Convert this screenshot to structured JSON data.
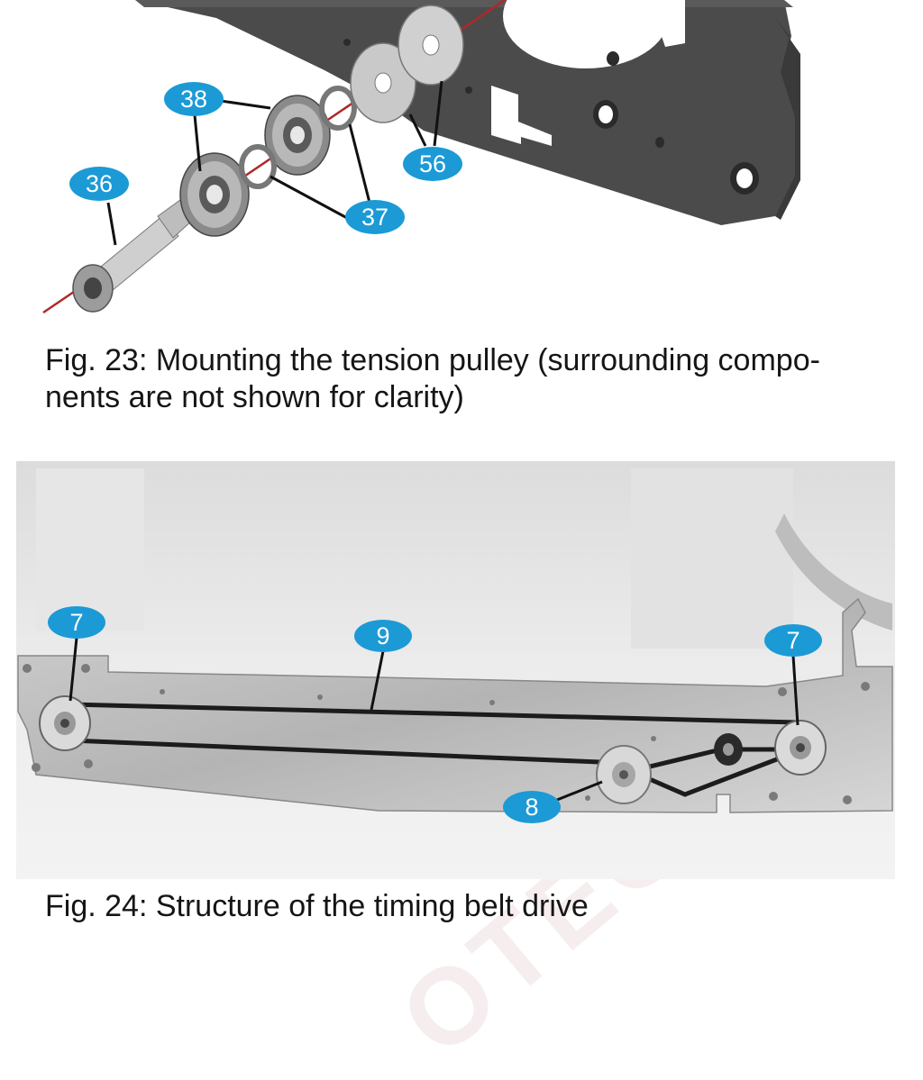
{
  "figure23": {
    "caption_line1": "Fig. 23: Mounting the tension pulley (surrounding compo-",
    "caption_line2": "nents are not shown for clarity)",
    "callouts": [
      "38",
      "36",
      "56",
      "37"
    ]
  },
  "figure24": {
    "caption": "Fig. 24: Structure of the timing belt drive",
    "callouts": [
      "7",
      "9",
      "7",
      "8"
    ]
  },
  "watermark_text": "OTEC",
  "colors": {
    "callout": "#1b9ad6",
    "plate_dark": "#4a4a4a",
    "axis_line": "#b02828"
  }
}
